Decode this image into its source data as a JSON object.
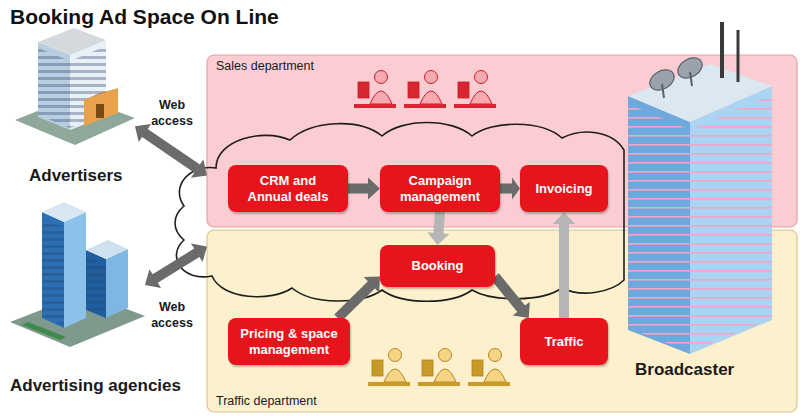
{
  "diagram": {
    "title": "Booking Ad Space On Line",
    "nodes": [
      {
        "text": [
          "Sales department"
        ]
      },
      {
        "text": [
          "CRM and Annual deals"
        ],
        "in": 0
      },
      {
        "text": [
          "Campaign management"
        ],
        "in": 0
      },
      {
        "text": [
          "Invoicing"
        ],
        "in": 0
      },
      {
        "text": [
          "Traffic department"
        ]
      },
      {
        "text": [
          "Booking"
        ],
        "in": 4
      },
      {
        "text": [
          "Pricing & space management"
        ],
        "in": 4
      },
      {
        "text": [
          "Traffic"
        ],
        "in": 4
      },
      {
        "text": [
          "Advertisers"
        ]
      },
      {
        "text": [
          "Advertising agencies"
        ]
      },
      {
        "text": [
          "Broadcaster"
        ]
      }
    ],
    "edges": [
      {
        "from": 8,
        "to": 0,
        "label": "Web access",
        "arrow": "both"
      },
      {
        "from": 9,
        "to": 4,
        "label": "Web access",
        "arrow": "both"
      },
      {
        "from": 1,
        "to": 2,
        "arrow": "to"
      },
      {
        "from": 2,
        "to": 3,
        "arrow": "to"
      },
      {
        "from": 2,
        "to": 5,
        "arrow": "to"
      },
      {
        "from": 6,
        "to": 5,
        "arrow": "to"
      },
      {
        "from": 5,
        "to": 7,
        "arrow": "to"
      },
      {
        "from": 7,
        "to": 3,
        "arrow": "to"
      }
    ]
  }
}
